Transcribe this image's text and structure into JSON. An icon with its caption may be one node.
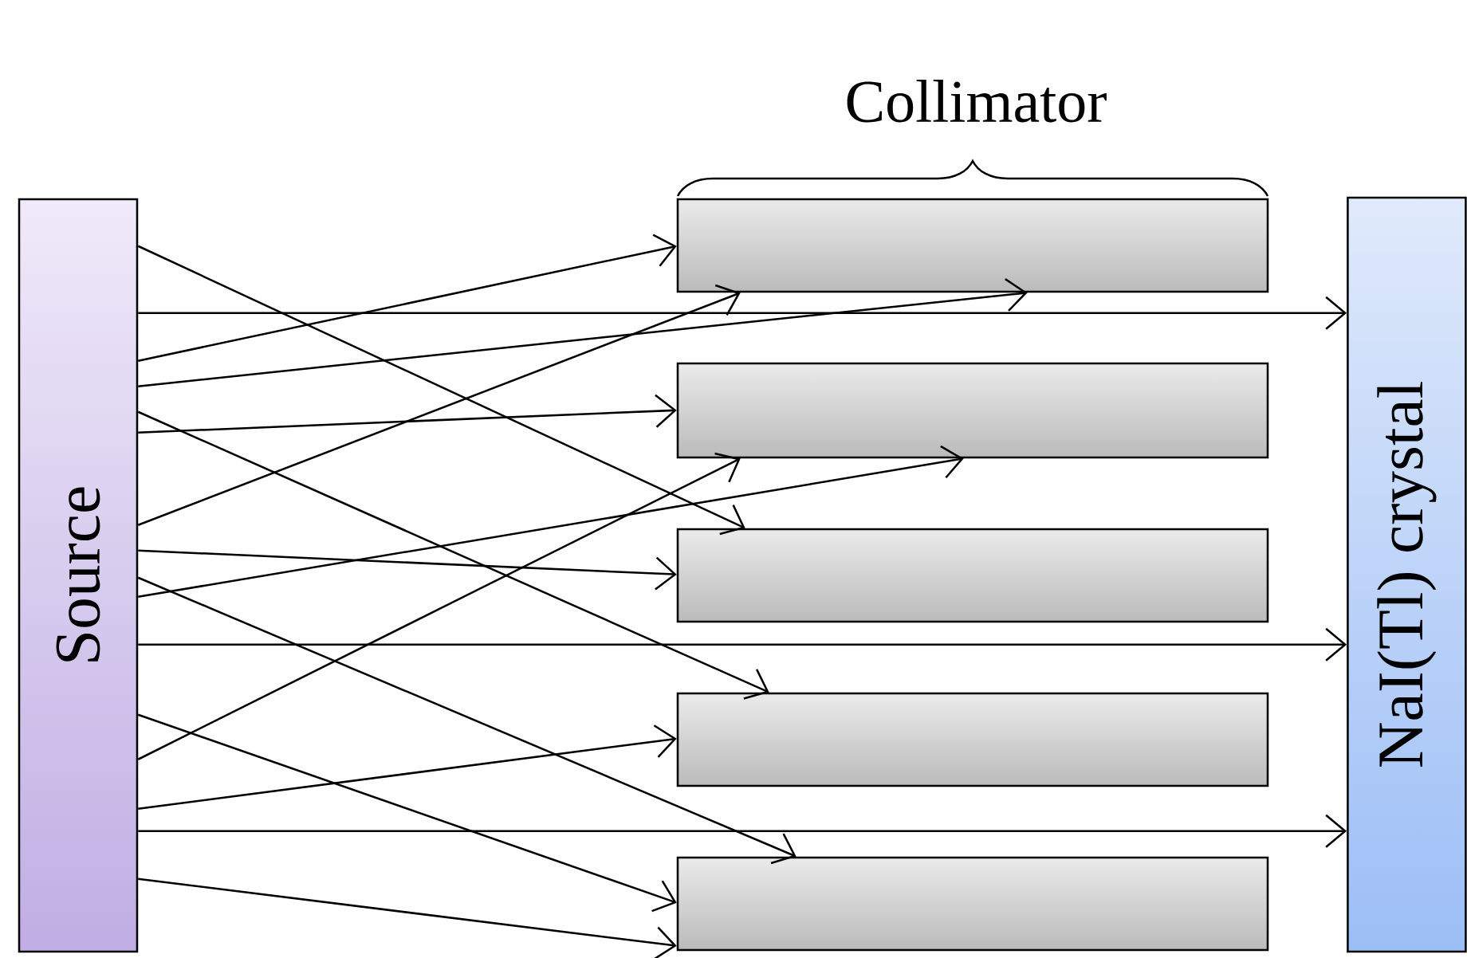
{
  "diagram": {
    "nodes": [
      {
        "text": [
          "Source"
        ]
      },
      {
        "text": [],
        "shape": "box"
      },
      {
        "text": [],
        "shape": "box"
      },
      {
        "text": [],
        "shape": "box"
      },
      {
        "text": [],
        "shape": "box"
      },
      {
        "text": [],
        "shape": "box"
      },
      {
        "text": [
          "NaI(Tl) crystal"
        ]
      }
    ],
    "edges": [
      {
        "from": 0,
        "to": 3,
        "arrow": "to"
      },
      {
        "from": 0,
        "to": 6,
        "arrow": "to"
      },
      {
        "from": 0,
        "to": 1,
        "arrow": "to"
      },
      {
        "from": 0,
        "to": 1,
        "arrow": "to"
      },
      {
        "from": 0,
        "to": 4,
        "arrow": "to"
      },
      {
        "from": 0,
        "to": 2,
        "arrow": "to"
      },
      {
        "from": 0,
        "to": 1,
        "arrow": "to"
      },
      {
        "from": 0,
        "to": 3,
        "arrow": "to"
      },
      {
        "from": 0,
        "to": 5,
        "arrow": "to"
      },
      {
        "from": 0,
        "to": 2,
        "arrow": "to"
      },
      {
        "from": 0,
        "to": 6,
        "arrow": "to"
      },
      {
        "from": 0,
        "to": 5,
        "arrow": "to"
      },
      {
        "from": 0,
        "to": 2,
        "arrow": "to"
      },
      {
        "from": 0,
        "to": 4,
        "arrow": "to"
      },
      {
        "from": 0,
        "to": 6,
        "arrow": "to"
      },
      {
        "from": 0,
        "to": 5,
        "arrow": "to"
      }
    ],
    "labels": [
      "Collimator"
    ]
  }
}
